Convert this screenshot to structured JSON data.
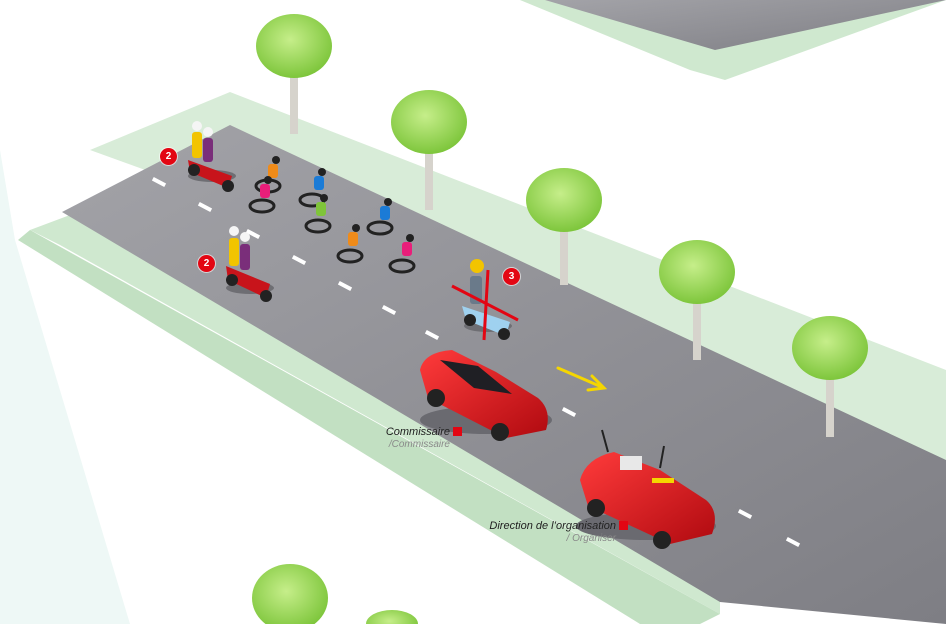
{
  "colors": {
    "road": "#8f8f94",
    "verge": "#d8ecd8",
    "tree_canopy": "#8fd14f",
    "badge": "#e30613",
    "arrow": "#f5d600",
    "car": "#d9151c"
  },
  "badges": [
    {
      "number": "2"
    },
    {
      "number": "2"
    },
    {
      "number": "3"
    }
  ],
  "labels": {
    "commissaire": {
      "primary": "Commissaire",
      "secondary": "/Commissaire"
    },
    "organiser": {
      "primary": "Direction de l’organisation",
      "secondary": "/ Organiser"
    }
  },
  "icons": [
    "tree-icon",
    "motorbike-icon",
    "cyclist-icon",
    "car-icon",
    "direction-arrow-icon",
    "cross-mark-icon"
  ]
}
